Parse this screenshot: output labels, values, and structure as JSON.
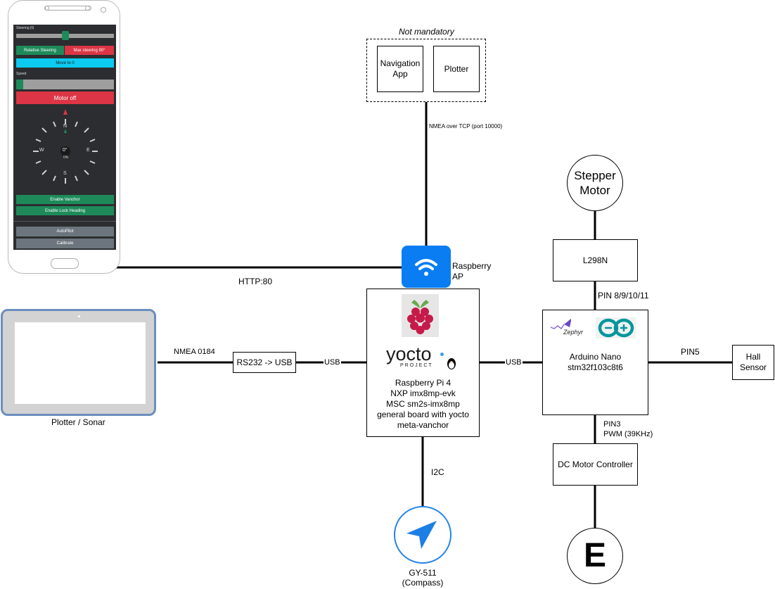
{
  "phone": {
    "steering_label": "Steering |0|",
    "relative_steering": "Relative Steering",
    "max_steering": "Max steering 90°",
    "move_to_zero": "Move to 0",
    "speed_label": "Speed",
    "motor_off": "Motor off",
    "compass": {
      "n": "N",
      "s": "S",
      "e": "E",
      "w": "W",
      "heading": "0°",
      "percent": "0%"
    },
    "enable_vanchor": "Enable Vanchor",
    "enable_lock_heading": "Enable Lock Heading",
    "autopilot": "AutoPilot",
    "calibrate": "Calibrate",
    "colors": {
      "green": "#1e8a5a",
      "red": "#dc3545",
      "cyan": "#0dcaf0",
      "gray": "#6c757d"
    }
  },
  "nodes": {
    "not_mandatory": "Not mandatory",
    "navigation_app": "Navigation App",
    "plotter": "Plotter",
    "stepper_motor": "Stepper Motor",
    "l298n": "L298N",
    "raspberry_ap": "Raspberry AP",
    "raspberry_pi_lines": [
      "Raspberry Pi 4",
      "NXP imx8mp-evk",
      "MSC sm2s-imx8mp",
      "general board with yocto",
      "meta-vanchor"
    ],
    "yocto_text": "yocto",
    "yocto_sub": "PROJECT",
    "arduino_lines": [
      "Arduino Nano",
      "stm32f103c8t6"
    ],
    "zephyr": "Zephyr",
    "hall_sensor": "Hall Sensor",
    "dc_motor_controller": "DC Motor Controller",
    "e_motor": "E",
    "rs232": "RS232 -> USB",
    "plotter_sonar": "Plotter / Sonar",
    "gy511_lines": [
      "GY-511",
      "(Compass)"
    ]
  },
  "edges": {
    "nmea_tcp": "NMEA over TCP (port 10000)",
    "http": "HTTP:80",
    "nmea_0184": "NMEA 0184",
    "usb_left": "USB",
    "usb_right": "USB",
    "pins_8_11": "PIN 8/9/10/11",
    "pin5": "PIN5",
    "pin3": "PIN3",
    "pwm": "PWM (39KHz)",
    "i2c": "I2C"
  }
}
